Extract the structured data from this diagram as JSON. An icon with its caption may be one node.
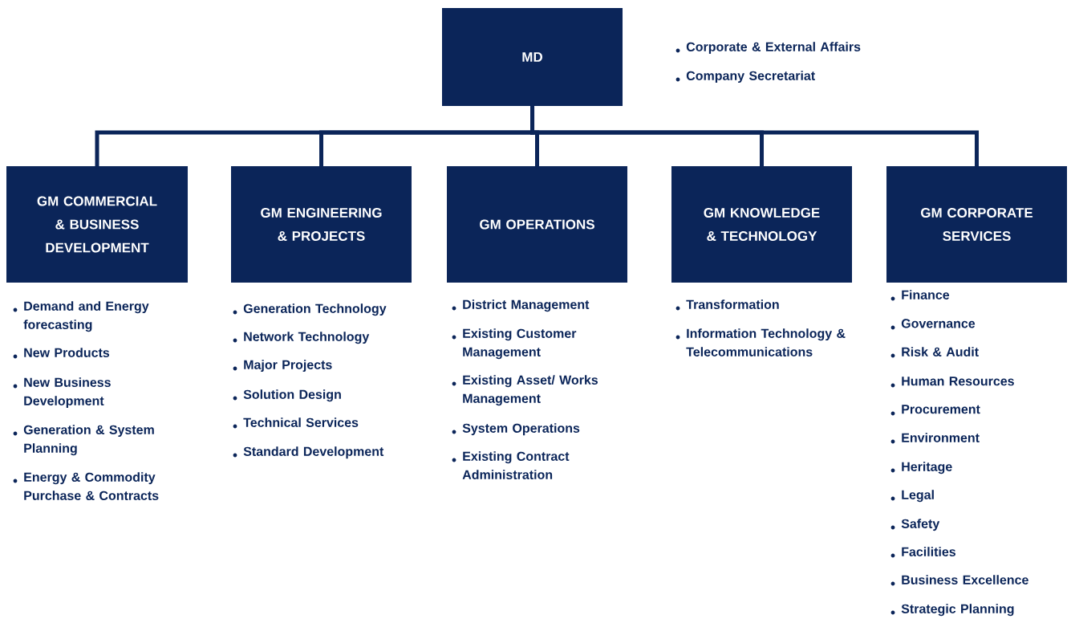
{
  "diagram": {
    "nodes": [
      {
        "text": [
          "MD"
        ],
        "beside": [
          "Corporate & External Affairs",
          "Company Secretariat"
        ]
      },
      {
        "text": [
          "GM COMMERCIAL & BUSINESS DEVELOPMENT"
        ],
        "beside": [
          "Demand and Energy forecasting",
          "New Products",
          "New Business Development",
          "Generation & System Planning",
          "Energy & Commodity Purchase & Contracts"
        ]
      },
      {
        "text": [
          "GM ENGINEERING & PROJECTS"
        ],
        "beside": [
          "Generation Technology",
          "Network Technology",
          "Major Projects",
          "Solution Design",
          "Technical Services",
          "Standard Development"
        ]
      },
      {
        "text": [
          "GM OPERATIONS"
        ],
        "beside": [
          "District Management",
          "Existing Customer Management",
          "Existing Asset/ Works Management",
          "System Operations",
          "Existing Contract Administration"
        ]
      },
      {
        "text": [
          "GM KNOWLEDGE & TECHNOLOGY"
        ],
        "beside": [
          "Transformation",
          "Information Technology & Telecommunications"
        ]
      },
      {
        "text": [
          "GM CORPORATE SERVICES"
        ],
        "beside": [
          "Finance",
          "Governance",
          "Risk & Audit",
          "Human Resources",
          "Procurement",
          "Environment",
          "Heritage",
          "Legal",
          "Safety",
          "Facilities",
          "Business Excellence",
          "Strategic Planning"
        ]
      }
    ],
    "edges": [
      {
        "from": 0,
        "to": 1,
        "arrow": "none"
      },
      {
        "from": 0,
        "to": 2,
        "arrow": "none"
      },
      {
        "from": 0,
        "to": 3,
        "arrow": "none"
      },
      {
        "from": 0,
        "to": 4,
        "arrow": "none"
      },
      {
        "from": 0,
        "to": 5,
        "arrow": "none"
      }
    ]
  }
}
